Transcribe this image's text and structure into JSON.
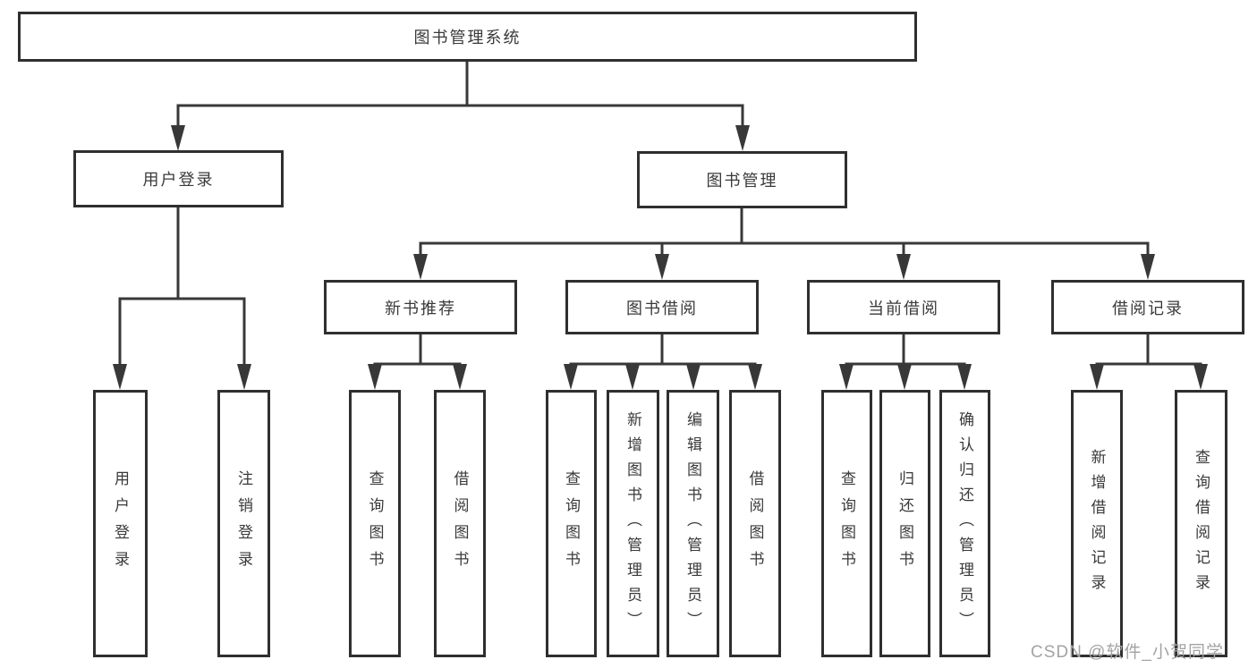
{
  "colors": {
    "line": "#383838",
    "box_border": "#2f2f2f",
    "text": "#3a3a3a",
    "watermark": "#a3a3a3",
    "background": "#ffffff"
  },
  "watermark": {
    "text": "CSDN @软件_小贺同学"
  },
  "tree": {
    "label": "图书管理系统",
    "children": [
      {
        "label": "用户登录",
        "children": [
          {
            "label": "用户登录"
          },
          {
            "label": "注销登录"
          }
        ]
      },
      {
        "label": "图书管理",
        "children": [
          {
            "label": "新书推荐",
            "children": [
              {
                "label": "查询图书"
              },
              {
                "label": "借阅图书"
              }
            ]
          },
          {
            "label": "图书借阅",
            "children": [
              {
                "label": "查询图书"
              },
              {
                "label": "新增图书（管理员）"
              },
              {
                "label": "编辑图书（管理员）"
              },
              {
                "label": "借阅图书"
              }
            ]
          },
          {
            "label": "当前借阅",
            "children": [
              {
                "label": "查询图书"
              },
              {
                "label": "归还图书"
              },
              {
                "label": "确认归还（管理员）"
              }
            ]
          },
          {
            "label": "借阅记录",
            "children": [
              {
                "label": "新增借阅记录"
              },
              {
                "label": "查询借阅记录"
              }
            ]
          }
        ]
      }
    ]
  }
}
